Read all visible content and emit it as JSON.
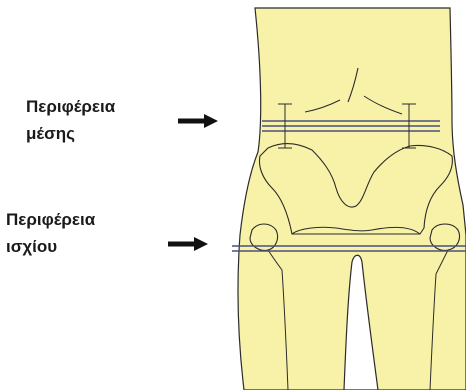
{
  "labels": {
    "waist": {
      "line1": "Περιφέρεια",
      "line2": "μέσης"
    },
    "hip": {
      "line1": "Περιφέρεια",
      "line2": "ισχίου"
    }
  },
  "colors": {
    "body_fill": "#f7f2a8",
    "outline": "#2b2b2b",
    "measure_line": "#4a4f7a",
    "arrow": "#111111"
  }
}
